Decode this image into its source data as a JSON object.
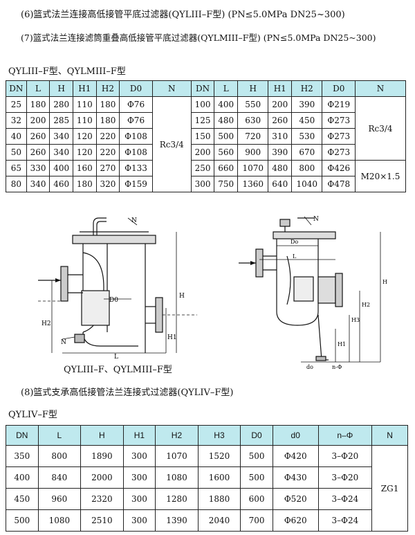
{
  "headings": {
    "h6": "(6)篮式法兰连接高低接管平底过滤器(QYLIII–F型) (PN≤5.0MPa DN25~300)",
    "h7": "(7)篮式法兰连接滤筒重叠高低接管平底过滤器(QYLMIII–F型) (PN≤5.0MPa DN25~300)",
    "sub1": "QYLIII–F型、QYLMIII–F型",
    "h8": "(8)篮式支承高低接管法兰连接式过滤器(QYLIV–F型)",
    "sub2": "QYLIV–F型"
  },
  "table1": {
    "headers": [
      "DN",
      "L",
      "H",
      "H1",
      "H2",
      "D0",
      "N",
      "DN",
      "L",
      "H",
      "H1",
      "H2",
      "D0",
      "N"
    ],
    "left_rows": [
      [
        "25",
        "180",
        "280",
        "110",
        "180",
        "Φ76"
      ],
      [
        "32",
        "200",
        "285",
        "110",
        "180",
        "Φ76"
      ],
      [
        "40",
        "260",
        "340",
        "120",
        "220",
        "Φ108"
      ],
      [
        "50",
        "260",
        "340",
        "120",
        "220",
        "Φ108"
      ],
      [
        "65",
        "330",
        "400",
        "160",
        "270",
        "Φ133"
      ],
      [
        "80",
        "340",
        "460",
        "180",
        "320",
        "Φ159"
      ]
    ],
    "left_n": "Rc3/4",
    "right_rows": [
      [
        "100",
        "400",
        "550",
        "200",
        "390",
        "Φ219"
      ],
      [
        "125",
        "480",
        "630",
        "260",
        "450",
        "Φ273"
      ],
      [
        "150",
        "500",
        "720",
        "310",
        "530",
        "Φ273"
      ],
      [
        "200",
        "560",
        "900",
        "390",
        "670",
        "Φ273"
      ],
      [
        "250",
        "660",
        "1070",
        "480",
        "800",
        "Φ426"
      ],
      [
        "300",
        "750",
        "1360",
        "640",
        "1040",
        "Φ478"
      ]
    ],
    "right_n_top": "Rc3/4",
    "right_n_bottom": "M20×1.5"
  },
  "drawing": {
    "caption": "QYLIII–F、QYLMIII–F型",
    "left_labels": {
      "N": "N",
      "D0": "D0",
      "H": "H",
      "H2": "H2",
      "H1": "H1",
      "L": "L",
      "N2": "N"
    },
    "right_labels": {
      "N": "N",
      "Do": "Do",
      "L": "L",
      "H": "H",
      "H2": "H2",
      "H3": "H3",
      "H1": "H1",
      "do": "do",
      "nPhi": "n-Φ"
    }
  },
  "table2": {
    "headers": [
      "DN",
      "L",
      "H",
      "H1",
      "H2",
      "H3",
      "D0",
      "d0",
      "n–Φ",
      "N"
    ],
    "rows": [
      [
        "350",
        "800",
        "1890",
        "300",
        "1070",
        "1520",
        "500",
        "Φ420",
        "3–Φ20"
      ],
      [
        "400",
        "840",
        "2000",
        "300",
        "1080",
        "1600",
        "500",
        "Φ430",
        "3–Φ20"
      ],
      [
        "450",
        "960",
        "2320",
        "300",
        "1280",
        "1880",
        "600",
        "Φ520",
        "3–Φ24"
      ],
      [
        "500",
        "1080",
        "2510",
        "300",
        "1390",
        "2040",
        "700",
        "Φ620",
        "3–Φ24"
      ]
    ],
    "n_value": "ZG1"
  }
}
